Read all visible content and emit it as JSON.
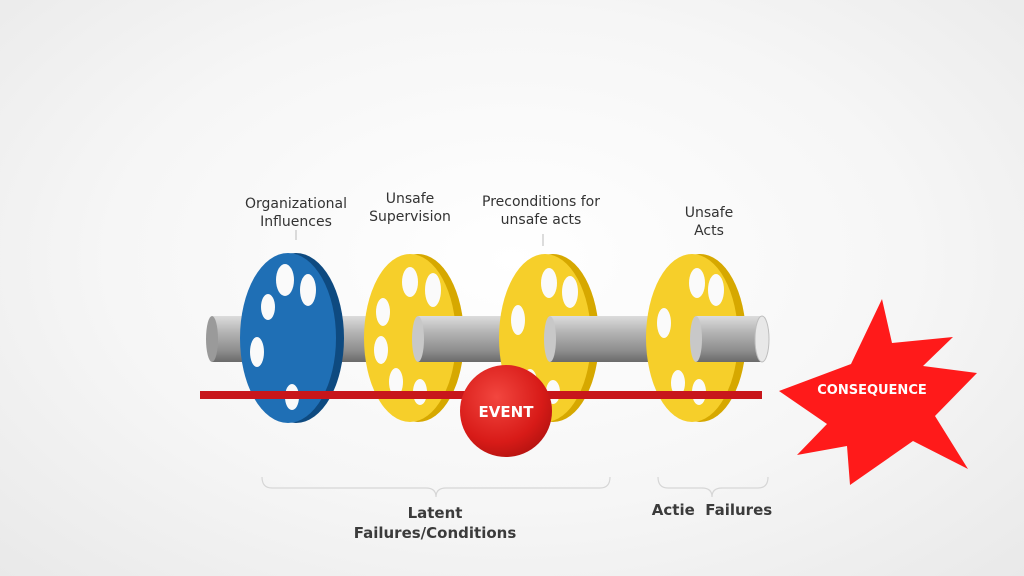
{
  "layers": [
    {
      "label": "Organizational\nInfluences",
      "color": "#1f6fb5"
    },
    {
      "label": "Unsafe\nSupervision",
      "color": "#f6cf2a"
    },
    {
      "label": "Preconditions for\nunsafe acts",
      "color": "#f6cf2a"
    },
    {
      "label": "Unsafe\nActs",
      "color": "#f6cf2a"
    }
  ],
  "event": {
    "label": "EVENT",
    "color": "#e0201f"
  },
  "consequence": {
    "label": "CONSEQUENCE",
    "color": "#ff1a1a"
  },
  "groups": {
    "latent": "Latent\nFailures/Conditions",
    "active": "Actie  Failures"
  }
}
